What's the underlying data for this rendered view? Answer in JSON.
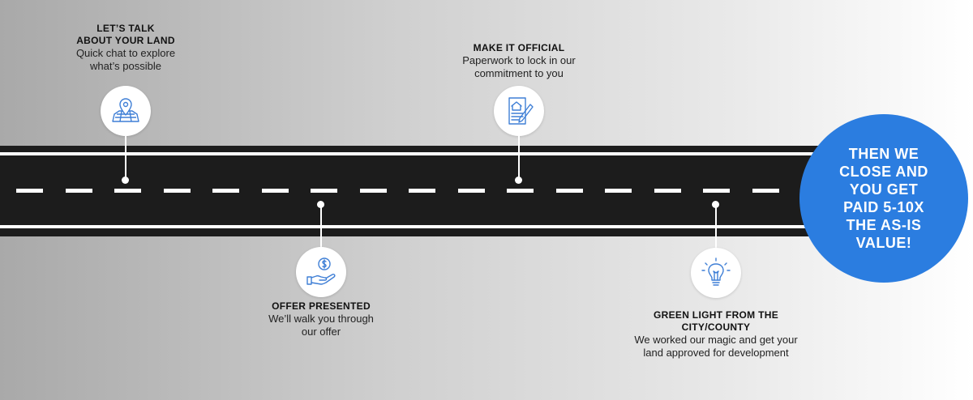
{
  "steps": [
    {
      "title_line1": "LET’S TALK",
      "title_line2": "ABOUT YOUR LAND",
      "description_line1": "Quick chat to explore",
      "description_line2": "what’s possible",
      "icon": "map-pin-icon"
    },
    {
      "title": "OFFER PRESENTED",
      "description_line1": "We’ll walk you through",
      "description_line2": "our offer",
      "icon": "dollar-hand-icon"
    },
    {
      "title": "MAKE IT OFFICIAL",
      "description_line1": "Paperwork to lock in our",
      "description_line2": "commitment to you",
      "icon": "document-house-icon"
    },
    {
      "title_line1": "GREEN LIGHT FROM THE",
      "title_line2": "CITY/COUNTY",
      "description_line1": "We worked our magic and get your",
      "description_line2": "land approved for development",
      "icon": "lightbulb-icon"
    }
  ],
  "final": {
    "line1": "THEN WE",
    "line2": "CLOSE AND",
    "line3": "YOU GET",
    "line4": "PAID 5-10X",
    "line5": "THE AS-IS",
    "line6": "VALUE!"
  },
  "colors": {
    "accent_blue": "#2b7de0",
    "road": "#1c1c1c",
    "icon_blue": "#3f7fd6"
  }
}
